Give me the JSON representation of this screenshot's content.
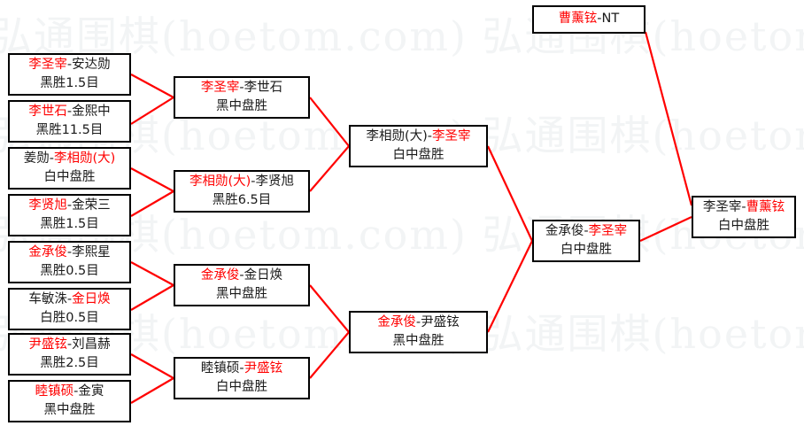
{
  "meta": {
    "watermark_text": "弘通围棋(hoetom.com) 弘通围棋(hoetom.com)",
    "accent_win_color": "#ff0000",
    "line_color": "#ff0000",
    "box_border_color": "#000000",
    "background_color": "#ffffff"
  },
  "separator": "-",
  "rounds": [
    {
      "name": "round-1",
      "matches": [
        {
          "id": "r1m1",
          "left": "李圣宰",
          "right": "安达勋",
          "left_is_winner": true,
          "right_is_winner": false,
          "result": "黑胜1.5目"
        },
        {
          "id": "r1m2",
          "left": "李世石",
          "right": "金熙中",
          "left_is_winner": true,
          "right_is_winner": false,
          "result": "黑胜11.5目"
        },
        {
          "id": "r1m3",
          "left": "姜勋",
          "right": "李相勋(大)",
          "left_is_winner": false,
          "right_is_winner": true,
          "result": "白中盘胜"
        },
        {
          "id": "r1m4",
          "left": "李贤旭",
          "right": "金荣三",
          "left_is_winner": true,
          "right_is_winner": false,
          "result": "黑胜1.5目"
        },
        {
          "id": "r1m5",
          "left": "金承俊",
          "right": "李熙星",
          "left_is_winner": true,
          "right_is_winner": false,
          "result": "黑胜0.5目"
        },
        {
          "id": "r1m6",
          "left": "车敏洙",
          "right": "金日焕",
          "left_is_winner": false,
          "right_is_winner": true,
          "result": "白胜0.5目"
        },
        {
          "id": "r1m7",
          "left": "尹盛铉",
          "right": "刘昌赫",
          "left_is_winner": true,
          "right_is_winner": false,
          "result": "黑胜2.5目"
        },
        {
          "id": "r1m8",
          "left": "睦镇硕",
          "right": "金寅",
          "left_is_winner": true,
          "right_is_winner": false,
          "result": "黑中盘胜"
        }
      ]
    },
    {
      "name": "round-2",
      "matches": [
        {
          "id": "r2m1",
          "left": "李圣宰",
          "right": "李世石",
          "left_is_winner": true,
          "right_is_winner": false,
          "result": "黑中盘胜"
        },
        {
          "id": "r2m2",
          "left": "李相勋(大)",
          "right": "李贤旭",
          "left_is_winner": true,
          "right_is_winner": false,
          "result": "黑胜6.5目"
        },
        {
          "id": "r2m3",
          "left": "金承俊",
          "right": "金日焕",
          "left_is_winner": true,
          "right_is_winner": false,
          "result": "黑中盘胜"
        },
        {
          "id": "r2m4",
          "left": "睦镇硕",
          "right": "尹盛铉",
          "left_is_winner": false,
          "right_is_winner": true,
          "result": "白中盘胜"
        }
      ]
    },
    {
      "name": "round-3",
      "matches": [
        {
          "id": "r3m1",
          "left": "李相勋(大)",
          "right": "李圣宰",
          "left_is_winner": false,
          "right_is_winner": true,
          "result": "白中盘胜"
        },
        {
          "id": "r3m2",
          "left": "金承俊",
          "right": "尹盛铉",
          "left_is_winner": true,
          "right_is_winner": false,
          "result": "黑中盘胜"
        }
      ]
    },
    {
      "name": "round-4",
      "matches": [
        {
          "id": "r4m1",
          "left": "金承俊",
          "right": "李圣宰",
          "left_is_winner": false,
          "right_is_winner": true,
          "result": "白中盘胜"
        }
      ]
    },
    {
      "name": "seed",
      "matches": [
        {
          "id": "seed1",
          "left": "曹薰铉",
          "right": "NT",
          "left_is_winner": true,
          "right_is_winner": false,
          "result": ""
        }
      ]
    },
    {
      "name": "final",
      "matches": [
        {
          "id": "final1",
          "left": "李圣宰",
          "right": "曹薰铉",
          "left_is_winner": false,
          "right_is_winner": true,
          "result": "白中盘胜"
        }
      ]
    }
  ]
}
